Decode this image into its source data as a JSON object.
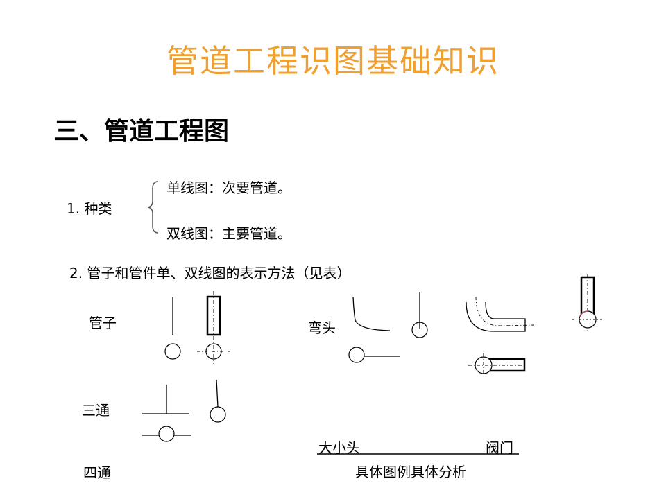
{
  "slide": {
    "title": "管道工程识图基础知识",
    "section_heading": "三、管道工程图",
    "types": {
      "label": "1. 种类",
      "items": [
        "单线图：次要管道。",
        "双线图：主要管道。"
      ]
    },
    "representation": {
      "label": "2. 管子和管件单、双线图的表示方法（见表）"
    },
    "diagram_labels": {
      "pipe": "管子",
      "elbow": "弯头",
      "tee": "三通",
      "cross": "四通",
      "reducer": "大小头",
      "valve": "阀门"
    },
    "footer_note": "具体图例具体分析",
    "colors": {
      "title": "#f0a030",
      "text": "#000000",
      "accent_red": "#d04060"
    }
  }
}
